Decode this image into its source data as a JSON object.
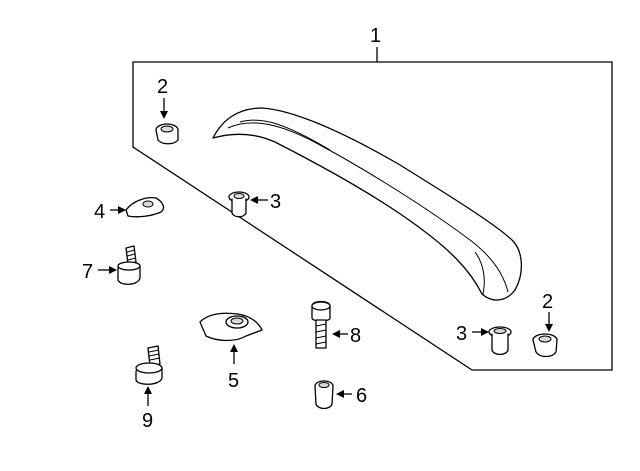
{
  "callouts": {
    "c1": "1",
    "c2_top": "2",
    "c2_right": "2",
    "c3_mid": "3",
    "c3_right": "3",
    "c4": "4",
    "c5": "5",
    "c6": "6",
    "c7": "7",
    "c8": "8",
    "c9": "9"
  }
}
